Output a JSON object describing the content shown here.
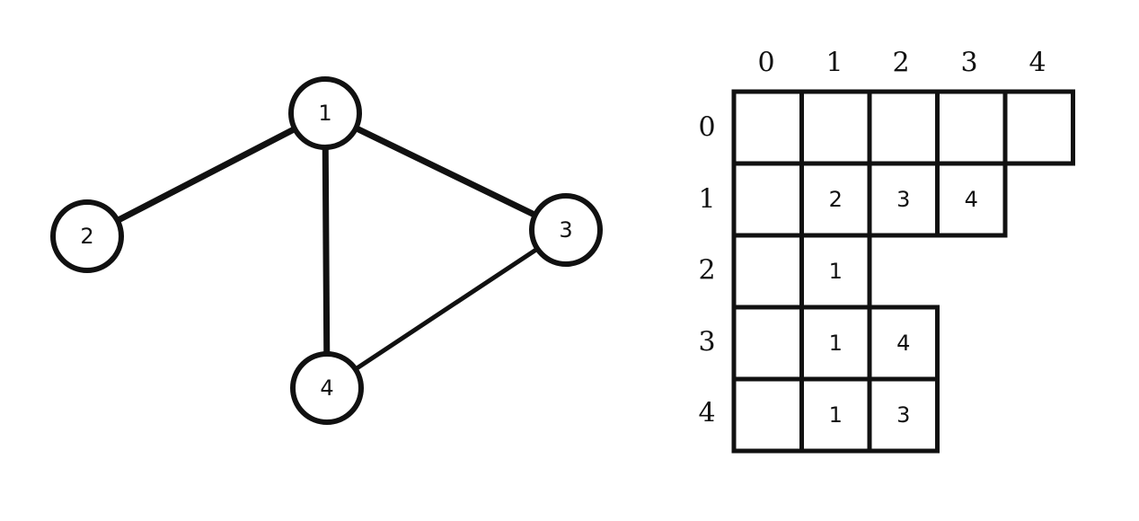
{
  "graph": {
    "nodes": [
      {
        "id": "1",
        "label": "1"
      },
      {
        "id": "2",
        "label": "2"
      },
      {
        "id": "3",
        "label": "3"
      },
      {
        "id": "4",
        "label": "4"
      }
    ],
    "edges": [
      {
        "from": "1",
        "to": "2"
      },
      {
        "from": "1",
        "to": "3"
      },
      {
        "from": "1",
        "to": "4"
      },
      {
        "from": "3",
        "to": "4"
      }
    ]
  },
  "adjacency_list": {
    "column_headers": [
      "0",
      "1",
      "2",
      "3",
      "4"
    ],
    "row_headers": [
      "0",
      "1",
      "2",
      "3",
      "4"
    ],
    "rows": [
      [
        "",
        "",
        "",
        "",
        ""
      ],
      [
        "",
        "2",
        "3",
        "4"
      ],
      [
        "",
        "1"
      ],
      [
        "",
        "1",
        "4"
      ],
      [
        "",
        "1",
        "3"
      ]
    ]
  }
}
